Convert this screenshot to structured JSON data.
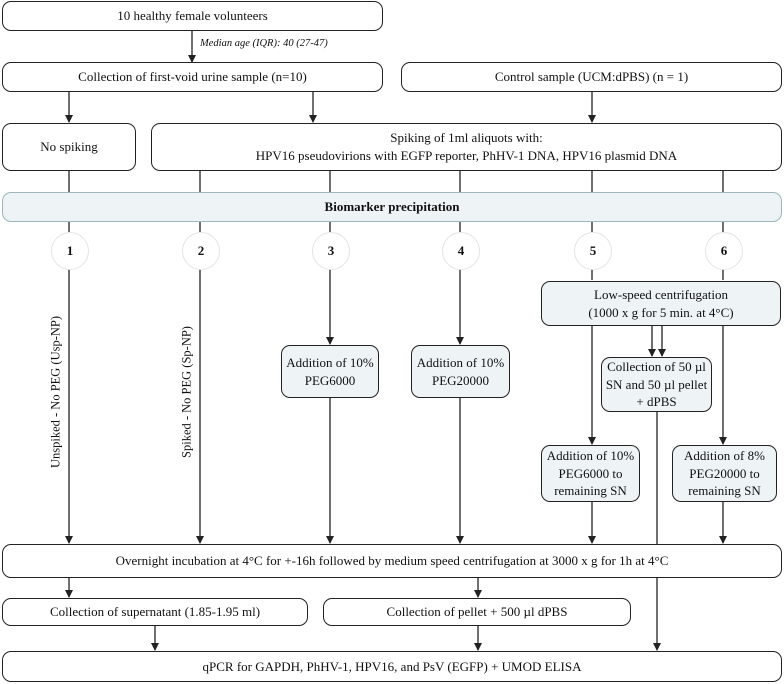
{
  "boxes": {
    "volunteers": "10 healthy female volunteers",
    "median_age": "Median age (IQR): 40 (27-47)",
    "collection_urine": "Collection of first-void urine sample (n=10)",
    "control_sample": "Control sample (UCM:dPBS) (n = 1)",
    "no_spiking": "No spiking",
    "spiking_line1": "Spiking of 1ml aliquots with:",
    "spiking_line2": "HPV16 pseudovirions with EGFP reporter, PhHV-1 DNA, HPV16 plasmid DNA",
    "biomarker_precipitation": "Biomarker precipitation",
    "low_speed_line1": "Low-speed centrifugation",
    "low_speed_line2": "(1000 x g for 5 min. at 4°C)",
    "add_peg6000_line1": "Addition of 10%",
    "add_peg6000_line2": "PEG6000",
    "add_peg20000_line1": "Addition of 10%",
    "add_peg20000_line2": "PEG20000",
    "collection50_line1": "Collection of 50 µl",
    "collection50_line2": "SN and  50 µl pellet",
    "collection50_line3": "+ dPBS",
    "add_peg6000_sn_line1": "Addition of 10%",
    "add_peg6000_sn_line2": "PEG6000 to",
    "add_peg6000_sn_line3": "remaining SN",
    "add_peg20000_sn_line1": "Addition of 8%",
    "add_peg20000_sn_line2": "PEG20000 to",
    "add_peg20000_sn_line3": "remaining SN",
    "overnight": "Overnight incubation at 4°C for +-16h followed by medium speed centrifugation at 3000 x g for 1h at 4°C",
    "collection_supernatant": "Collection of supernatant (1.85-1.95 ml)",
    "collection_pellet": "Collection of pellet + 500 µl dPBS",
    "qpcr": "qPCR for GAPDH, PhHV-1, HPV16, and PsV (EGFP) + UMOD ELISA"
  },
  "conditions": [
    "1",
    "2",
    "3",
    "4",
    "5",
    "6"
  ],
  "vertical_labels": {
    "unspiked": "Unspiked - No PEG (Usp-NP)",
    "spiked": "Spiked - No PEG (Sp-NP)"
  },
  "colors": {
    "shaded_fill": "#eef4f6",
    "line": "#222222"
  }
}
